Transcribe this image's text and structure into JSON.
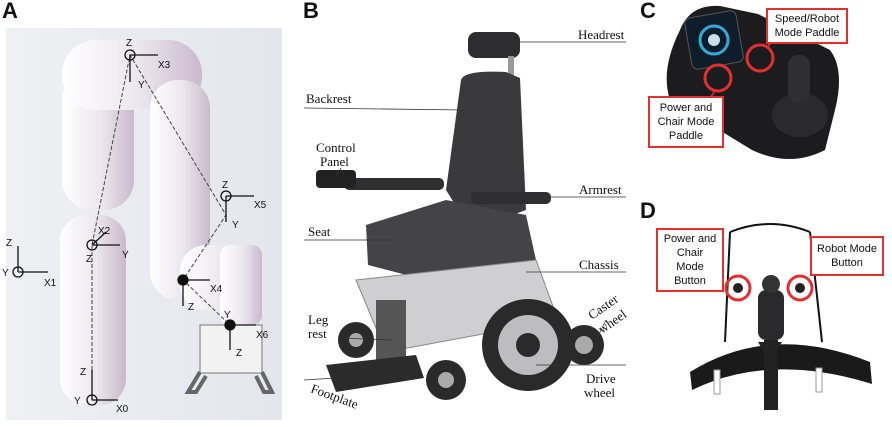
{
  "panels": {
    "a": {
      "label": "A",
      "axes": {
        "z": "Z",
        "y": "Y",
        "frames": [
          "X0",
          "X1",
          "X2",
          "X3",
          "X4",
          "X5",
          "X6"
        ]
      }
    },
    "b": {
      "label": "B",
      "labels": {
        "headrest": "Headrest",
        "backrest": "Backrest",
        "control_panel_1": "Control",
        "control_panel_2": "Panel",
        "armrest": "Armrest",
        "seat": "Seat",
        "chassis": "Chassis",
        "leg_rest_1": "Leg",
        "leg_rest_2": "rest",
        "caster_wheel_1": "Caster",
        "caster_wheel_2": "wheel",
        "drive_wheel_1": "Drive",
        "drive_wheel_2": "wheel",
        "footplate": "Footplate"
      }
    },
    "c": {
      "label": "C",
      "speed_paddle_1": "Speed/Robot",
      "speed_paddle_2": "Mode Paddle",
      "power_paddle_1": "Power and",
      "power_paddle_2": "Chair Mode",
      "power_paddle_3": "Paddle"
    },
    "d": {
      "label": "D",
      "power_button_1": "Power and",
      "power_button_2": "Chair",
      "power_button_3": "Mode",
      "power_button_4": "Button",
      "robot_button_1": "Robot Mode",
      "robot_button_2": "Button"
    }
  },
  "colors": {
    "callout_red": "#e03030",
    "robot_white": "#f3f1f5",
    "chair_dark": "#3a3a3c"
  }
}
